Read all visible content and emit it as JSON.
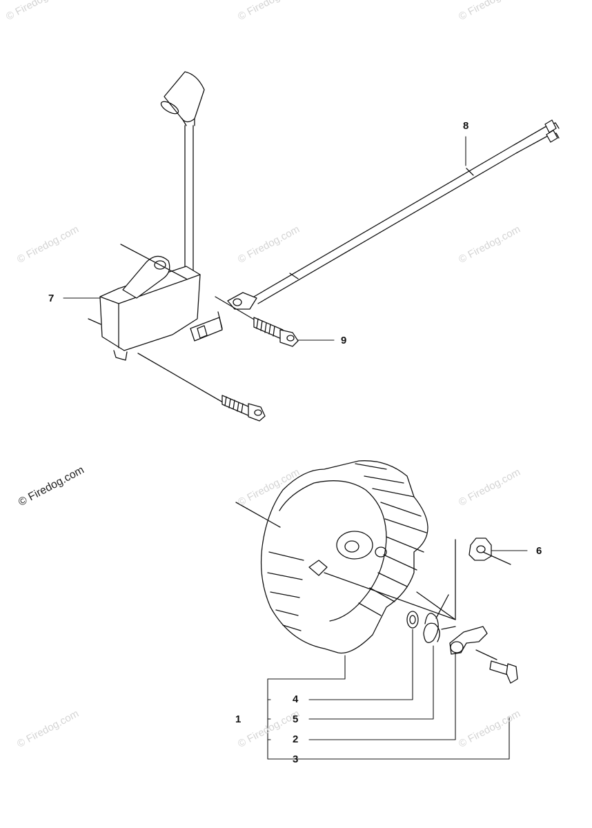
{
  "callouts": {
    "c1": "1",
    "c2": "2",
    "c3": "3",
    "c4": "4",
    "c5": "5",
    "c6": "6",
    "c7": "7",
    "c8": "8",
    "c9": "9"
  },
  "watermark": {
    "text": "© Firedog.com"
  },
  "colors": {
    "line": "#111111",
    "watermark": "#d4d4d4"
  }
}
